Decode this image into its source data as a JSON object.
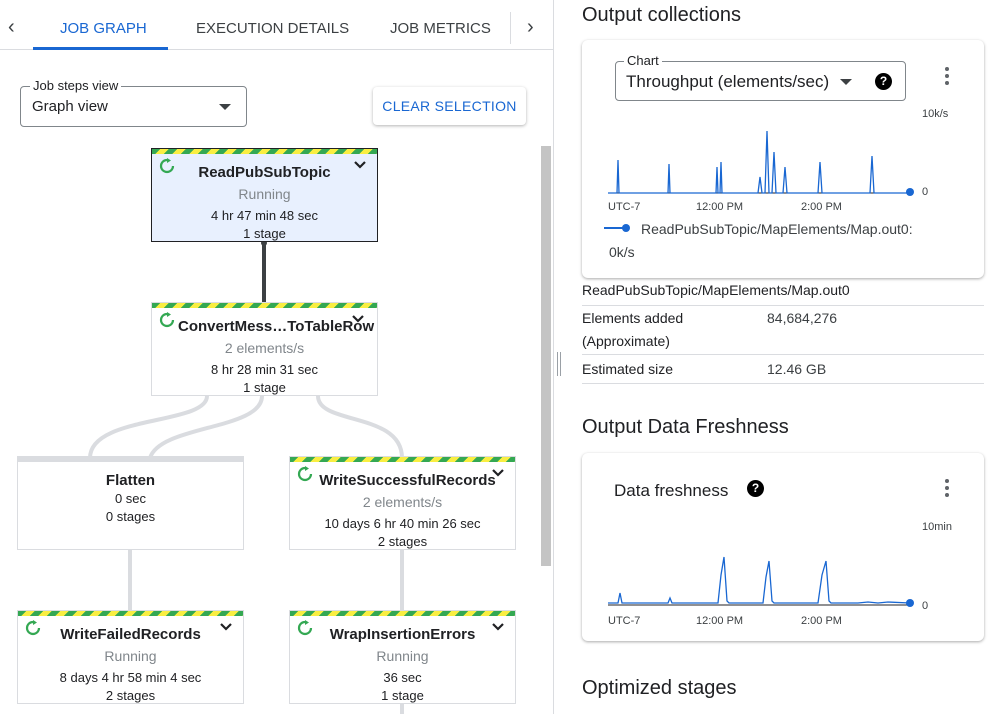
{
  "tabs": {
    "items": [
      {
        "label": "JOB GRAPH",
        "active": true
      },
      {
        "label": "EXECUTION DETAILS",
        "active": false
      },
      {
        "label": "JOB METRICS",
        "active": false
      }
    ],
    "prev_icon": "chevron-left-icon",
    "next_icon": "chevron-right-icon"
  },
  "steps_view": {
    "label": "Job steps view",
    "value": "Graph view"
  },
  "clear_selection": "CLEAR SELECTION",
  "colors": {
    "accent": "#1967d2",
    "running_green": "#34a853",
    "stripe_yellow": "#f9ee42",
    "selected_bg": "#e8f0fe"
  },
  "nodes": [
    {
      "name": "ReadPubSubTopic",
      "status": "Running",
      "duration": "4 hr 47 min 48 sec",
      "stages": "1 stage",
      "running": true,
      "selected": true
    },
    {
      "name": "ConvertMess…ToTableRow",
      "status": "2 elements/s",
      "duration": "8 hr 28 min 31 sec",
      "stages": "1 stage",
      "running": true,
      "selected": false
    },
    {
      "name": "Flatten",
      "status": "0 sec",
      "duration": "0 stages",
      "stages": "",
      "running": false,
      "selected": false
    },
    {
      "name": "WriteSuccessfulRecords",
      "status": "2 elements/s",
      "duration": "10 days 6 hr 40 min 26 sec",
      "stages": "2 stages",
      "running": true,
      "selected": false
    },
    {
      "name": "WriteFailedRecords",
      "status": "Running",
      "duration": "8 days 4 hr 58 min 4 sec",
      "stages": "2 stages",
      "running": true,
      "selected": false
    },
    {
      "name": "WrapInsertionErrors",
      "status": "Running",
      "duration": "36 sec",
      "stages": "1 stage",
      "running": true,
      "selected": false
    }
  ],
  "output_collections": {
    "title": "Output collections",
    "chart_label": "Chart",
    "chart_value": "Throughput (elements/sec)",
    "y_max": "10k/s",
    "y_zero": "0",
    "x_ticks": [
      "UTC-7",
      "12:00 PM",
      "2:00 PM"
    ],
    "legend": "ReadPubSubTopic/MapElements/Map.out0:",
    "legend_value": "0k/s",
    "collection_name": "ReadPubSubTopic/MapElements/Map.out0",
    "rows": [
      {
        "key": "Elements added",
        "key2": "(Approximate)",
        "value": "84,684,276"
      },
      {
        "key": "Estimated size",
        "key2": "",
        "value": "12.46 GB"
      }
    ]
  },
  "freshness": {
    "title": "Output Data Freshness",
    "chart_title": "Data freshness",
    "y_max": "10min",
    "y_zero": "0",
    "x_ticks": [
      "UTC-7",
      "12:00 PM",
      "2:00 PM"
    ]
  },
  "optimized_stages": {
    "title": "Optimized stages"
  }
}
